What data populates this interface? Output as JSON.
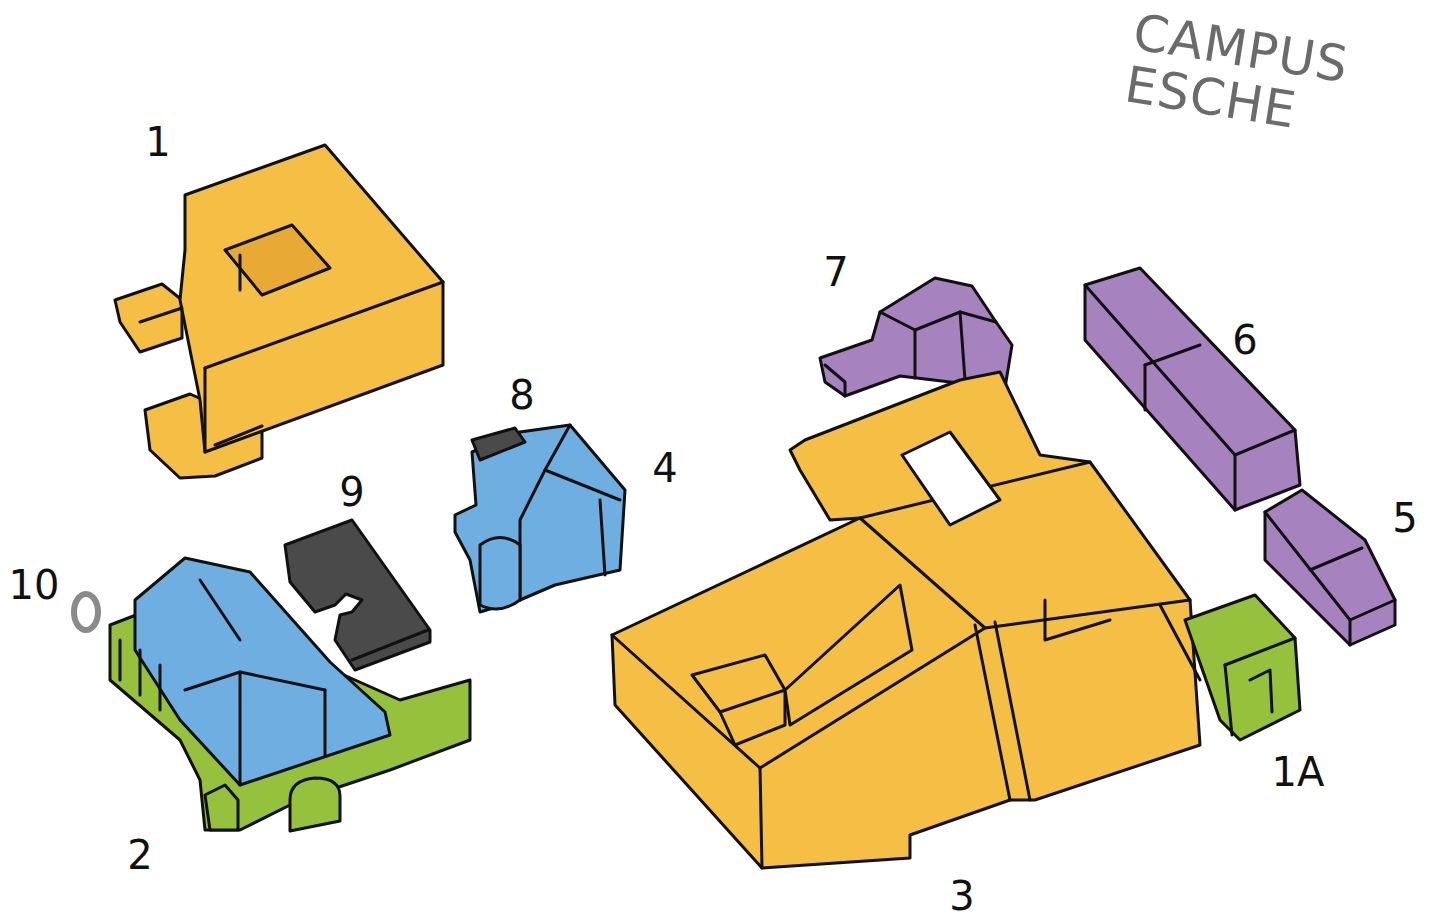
{
  "diagram": {
    "title": "CAMPUS ESCHE",
    "labels": [
      "1",
      "7",
      "6",
      "8",
      "4",
      "9",
      "5",
      "10",
      "1A",
      "2",
      "3"
    ]
  }
}
